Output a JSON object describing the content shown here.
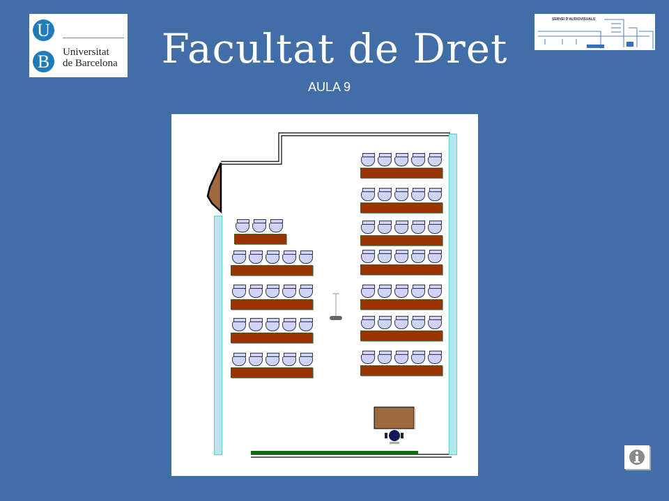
{
  "header": {
    "title": "Facultat de Dret",
    "subtitle": "AULA 9"
  },
  "logo_ub": {
    "letter1": "U",
    "letter2": "B",
    "line1": "Universitat",
    "line2": "de Barcelona"
  },
  "logo_sa": {
    "text": "SERVEI D'AUDIOVISUALS"
  },
  "info_button": {
    "icon": "info-icon",
    "label": "i"
  },
  "colors": {
    "background": "#416ea6",
    "desk": "#9b3300",
    "chair": "#cfd3f7",
    "window": "#b5e6ee",
    "blackboard": "#0b6a0b",
    "teacher_desk": "#9c6a3c"
  }
}
